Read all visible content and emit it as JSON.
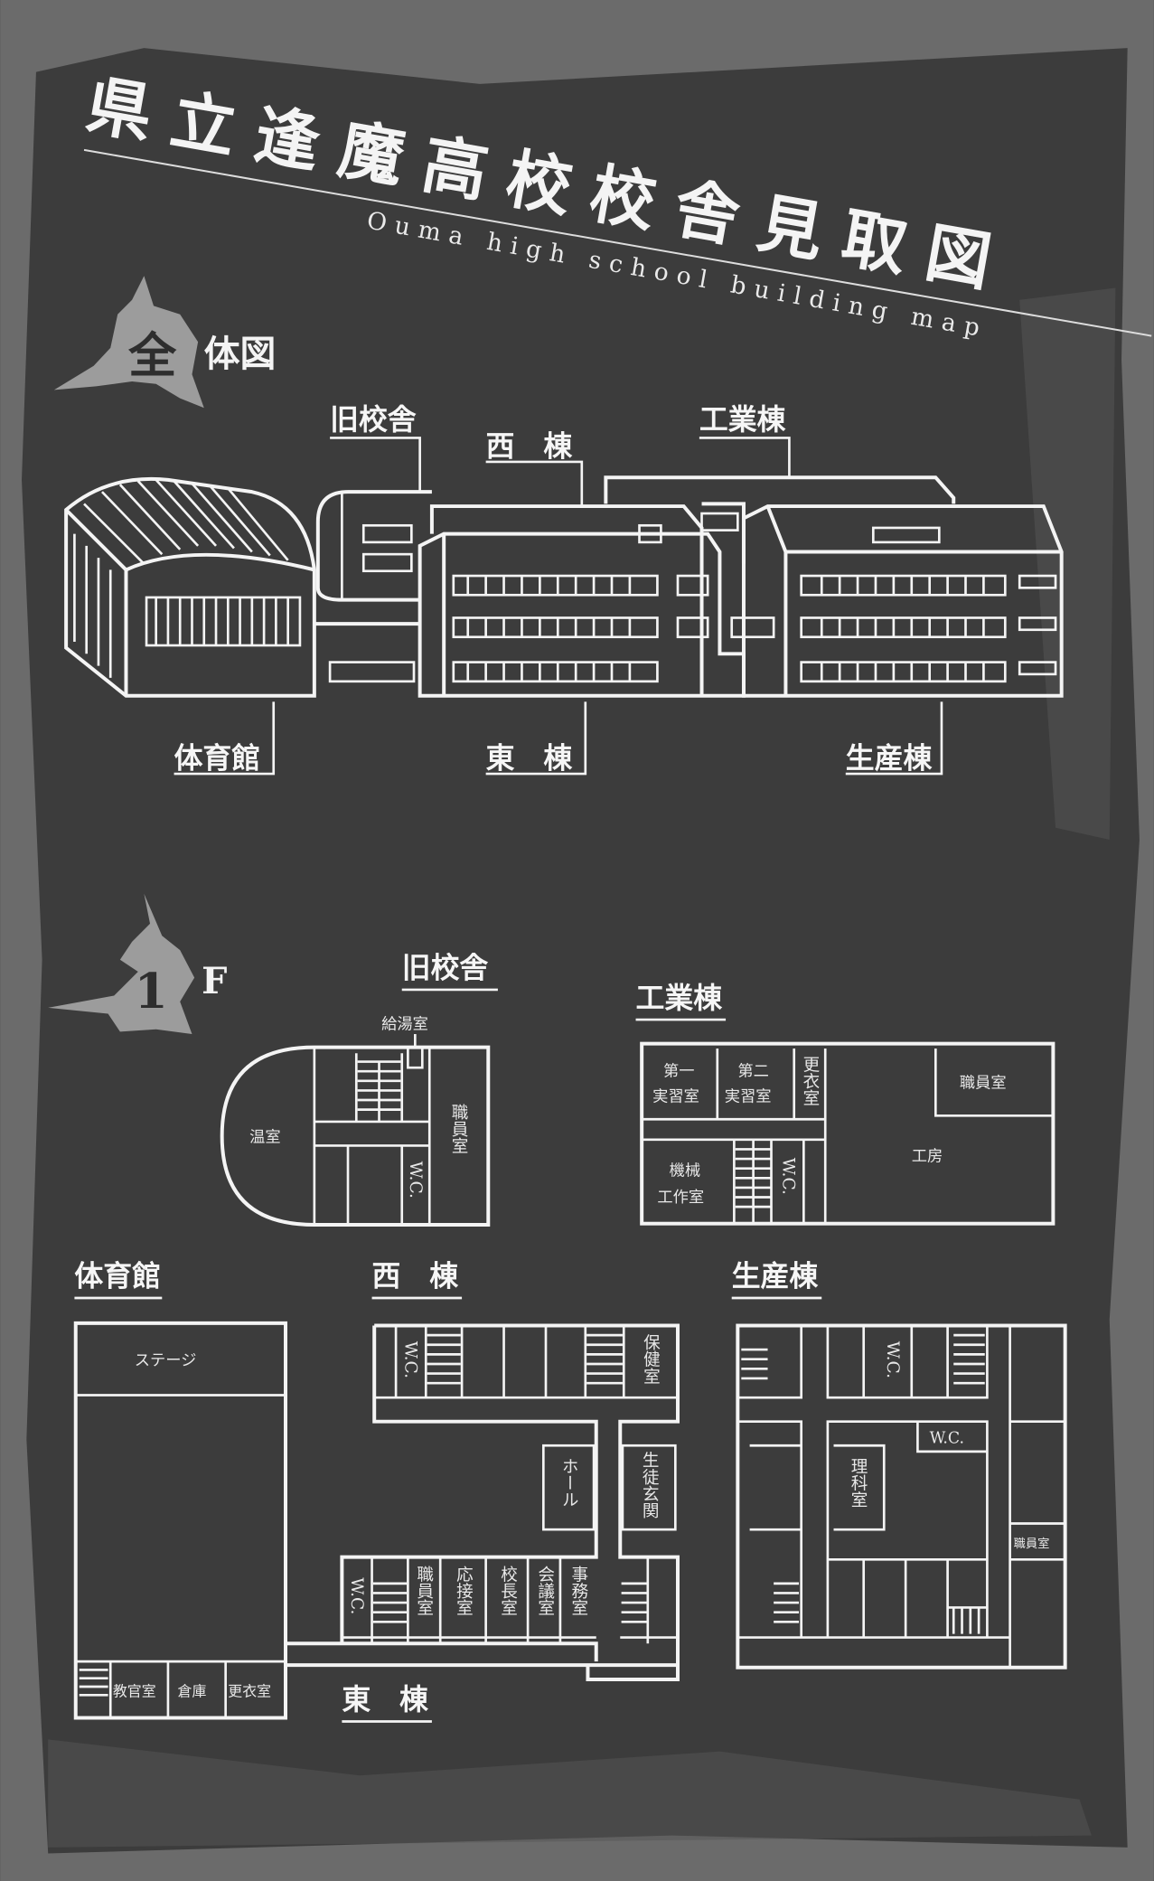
{
  "title": "県立逢魔高校校舎見取図",
  "subtitle": "Ouma high school building map",
  "colors": {
    "background": "#3c3c3c",
    "frame": "#6b6b6b",
    "line": "#f4f4f4",
    "badge": "#9c9c9c"
  },
  "overview": {
    "badge": "全",
    "heading": "体図",
    "labels": {
      "old_building": "旧校舎",
      "west_wing": "西　棟",
      "industrial_wing": "工業棟",
      "gym": "体育館",
      "east_wing": "東　棟",
      "production_wing": "生産棟"
    }
  },
  "floor1": {
    "badge": "1",
    "heading": "F",
    "old_building": {
      "label": "旧校舎",
      "kitchenette": "給湯室",
      "greenhouse": "温室",
      "staff_room": "職員室",
      "wc": "W.C."
    },
    "industrial_wing": {
      "label": "工業棟",
      "lab1_a": "第一",
      "lab1_b": "実習室",
      "lab2_a": "第二",
      "lab2_b": "実習室",
      "locker": "更衣室",
      "staff_room": "職員室",
      "machine_a": "機械",
      "machine_b": "工作室",
      "wc": "W.C.",
      "workshop": "工房"
    },
    "gym": {
      "label": "体育館",
      "stage": "ステージ",
      "instructor_room": "教官室",
      "storage": "倉庫",
      "locker": "更衣室"
    },
    "west_wing": {
      "label": "西　棟",
      "wc": "W.C.",
      "infirmary": "保健室",
      "hall": "ホール",
      "student_entrance": "生徒玄関"
    },
    "east_wing": {
      "label": "東　棟",
      "wc": "W.C.",
      "staff_room": "職員室",
      "reception": "応接室",
      "principal": "校長室",
      "meeting": "会議室",
      "office": "事務室"
    },
    "production_wing": {
      "label": "生産棟",
      "wc1": "W.C.",
      "wc2": "W.C.",
      "science": "理科室",
      "staff_room": "職員室"
    }
  }
}
